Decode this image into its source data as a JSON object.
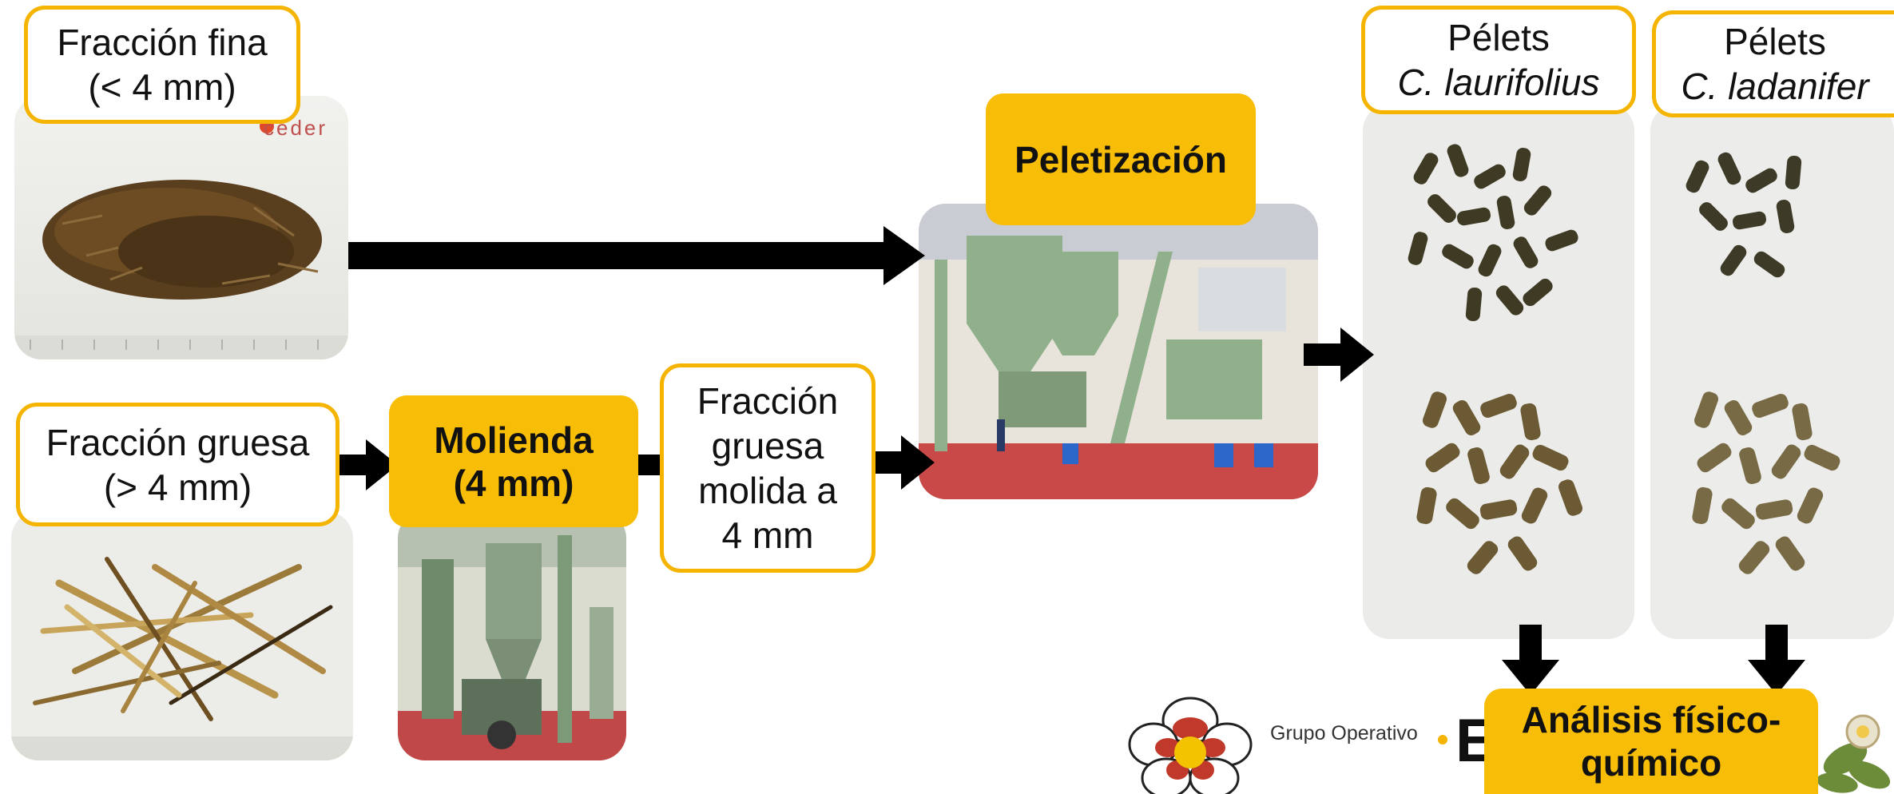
{
  "boxes": {
    "fine": {
      "line1": "Fracción fina",
      "line2": "(< 4 mm)"
    },
    "coarse": {
      "line1": "Fracción gruesa",
      "line2": "(> 4 mm)"
    },
    "milling": {
      "line1": "Molienda",
      "line2": "(4 mm)"
    },
    "milled": {
      "line1": "Fracción",
      "line2": "gruesa",
      "line3": "molida a",
      "line4": "4 mm"
    },
    "pelletizing": {
      "label": "Peletización"
    },
    "pellets_laurifolius": {
      "line1": "Pélets",
      "line2": "C. laurifolius"
    },
    "pellets_ladanifer": {
      "line1": "Pélets",
      "line2": "C. ladanifer"
    },
    "analysis": {
      "line1": "Análisis físico-",
      "line2": "químico"
    }
  },
  "logos": {
    "ceder": "ceder",
    "grupo_operativo": "Grupo Operativo",
    "initial": "E"
  },
  "colors": {
    "accent_yellow": "#f8bd06",
    "border_yellow": "#f4b400",
    "arrow": "#000000"
  }
}
